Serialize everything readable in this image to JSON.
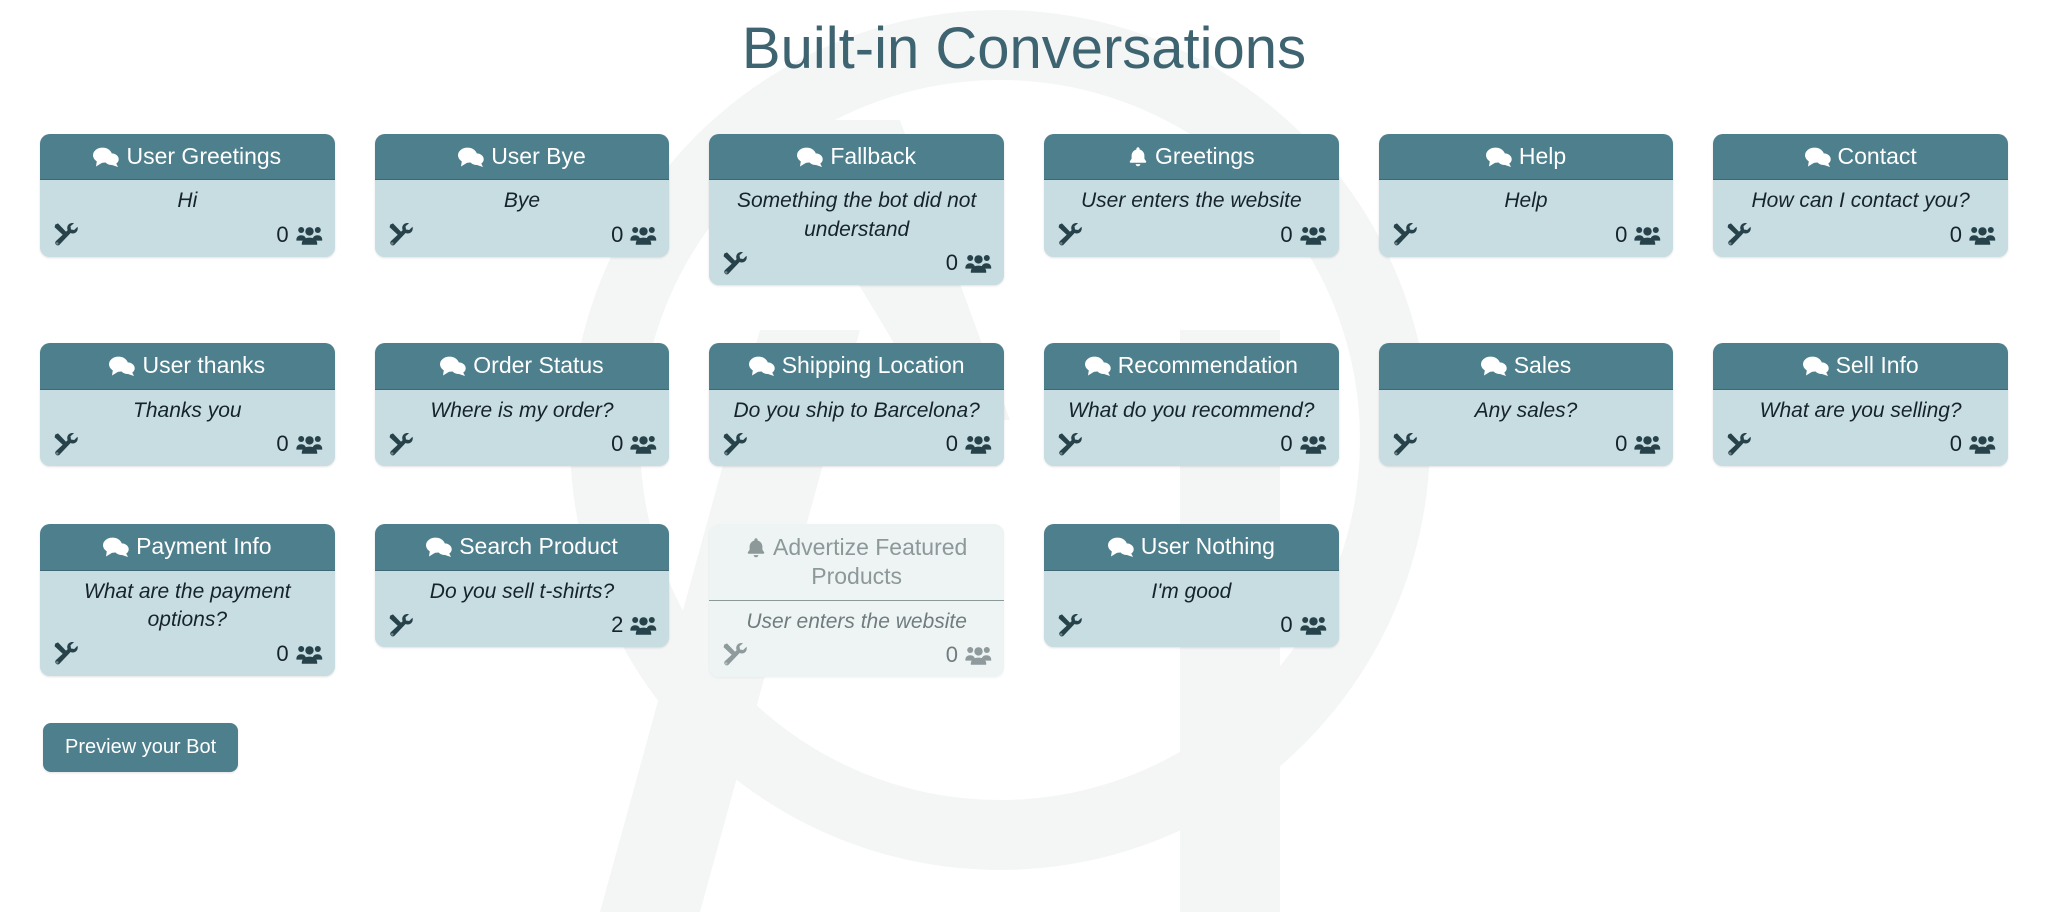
{
  "page": {
    "title": "Built-in Conversations",
    "background_color": "#ffffff",
    "title_color": "#3d6470"
  },
  "theme": {
    "header_bg": "#4d7f8d",
    "card_bg": "#c7dde1",
    "disabled_bg": "#eef4f4",
    "text_dark": "#16242a",
    "disabled_text": "#707c7e",
    "button_bg": "#4d7f8d"
  },
  "icons": {
    "chat": "chat-bubbles-icon",
    "bell": "bell-icon",
    "tools": "tools-icon",
    "users": "users-group-icon"
  },
  "cards": [
    {
      "title": "User Greetings",
      "icon": "chat",
      "message": "Hi",
      "count": "0",
      "disabled": false
    },
    {
      "title": "User Bye",
      "icon": "chat",
      "message": "Bye",
      "count": "0",
      "disabled": false
    },
    {
      "title": "Fallback",
      "icon": "chat",
      "message": "Something the bot did not understand",
      "count": "0",
      "disabled": false
    },
    {
      "title": "Greetings",
      "icon": "bell",
      "message": "User enters the website",
      "count": "0",
      "disabled": false
    },
    {
      "title": "Help",
      "icon": "chat",
      "message": "Help",
      "count": "0",
      "disabled": false
    },
    {
      "title": "Contact",
      "icon": "chat",
      "message": "How can I contact you?",
      "count": "0",
      "disabled": false
    },
    {
      "title": "User thanks",
      "icon": "chat",
      "message": "Thanks you",
      "count": "0",
      "disabled": false
    },
    {
      "title": "Order Status",
      "icon": "chat",
      "message": "Where is my order?",
      "count": "0",
      "disabled": false
    },
    {
      "title": "Shipping Location",
      "icon": "chat",
      "message": "Do you ship to Barcelona?",
      "count": "0",
      "disabled": false
    },
    {
      "title": "Recommendation",
      "icon": "chat",
      "message": "What do you recommend?",
      "count": "0",
      "disabled": false
    },
    {
      "title": "Sales",
      "icon": "chat",
      "message": "Any sales?",
      "count": "0",
      "disabled": false
    },
    {
      "title": "Sell Info",
      "icon": "chat",
      "message": "What are you selling?",
      "count": "0",
      "disabled": false
    },
    {
      "title": "Payment Info",
      "icon": "chat",
      "message": "What are the payment options?",
      "count": "0",
      "disabled": false
    },
    {
      "title": "Search Product",
      "icon": "chat",
      "message": "Do you sell t-shirts?",
      "count": "2",
      "disabled": false
    },
    {
      "title": "Advertize Featured Products",
      "icon": "bell",
      "message": "User enters the website",
      "count": "0",
      "disabled": true
    },
    {
      "title": "User Nothing",
      "icon": "chat",
      "message": "I'm good",
      "count": "0",
      "disabled": false
    }
  ],
  "preview": {
    "label": "Preview your Bot"
  }
}
